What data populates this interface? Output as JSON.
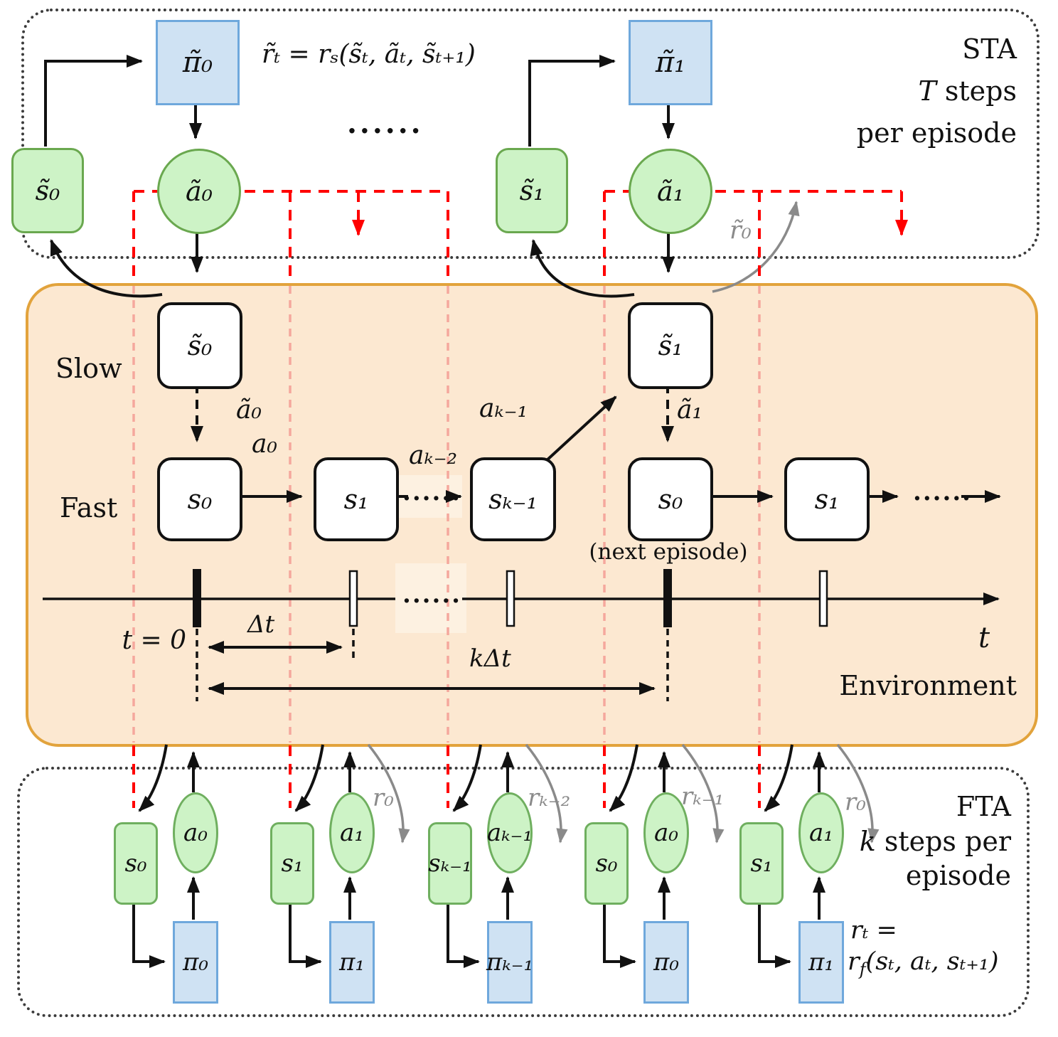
{
  "diagram_title": "Slow and fast time-scale agents interacting with environment",
  "sta": {
    "label": "STA",
    "steps_T": "T",
    "steps_rest": " steps",
    "steps_line2": "per episode",
    "reward_formula": "r̃ₜ = rₛ(s̃ₜ, ãₜ, s̃ₜ₊₁)",
    "dots": "......",
    "pi0": "π̃₀",
    "pi1": "π̃₁",
    "s0": "s̃₀",
    "s1": "s̃₁",
    "a0": "ã₀",
    "a1": "ã₁",
    "r0": "r̃₀"
  },
  "env": {
    "slow_label": "Slow",
    "fast_label": "Fast",
    "env_label": "Environment",
    "slow_s0": "s̃₀",
    "slow_s1": "s̃₁",
    "fast_s0": "s₀",
    "fast_s1": "s₁",
    "fast_sk1": "sₖ₋₁",
    "fast_s0_next": "s₀",
    "fast_s1_next": "s₁",
    "next_episode": "(next episode)",
    "a0_tilde": "ã₀",
    "a1_tilde": "ã₁",
    "a0": "a₀",
    "ak2": "aₖ₋₂",
    "ak1": "aₖ₋₁",
    "mid_dots": "......",
    "tail_dots": "......",
    "timeline_dots": "......",
    "t0": "t = 0",
    "t": "t",
    "delta_t": "Δt",
    "k_delta_t": "kΔt"
  },
  "fta": {
    "label": "FTA",
    "steps_k": "k",
    "steps_rest": " steps per",
    "steps_line2": "episode",
    "formula_line1": "rₜ =",
    "formula_r": "r",
    "formula_f": "f",
    "formula_rest": "(sₜ, aₜ, sₜ₊₁)",
    "groups": [
      {
        "s": "s₀",
        "a": "a₀",
        "pi": "π₀"
      },
      {
        "s": "s₁",
        "a": "a₁",
        "pi": "π₁"
      },
      {
        "s": "sₖ₋₁",
        "a": "aₖ₋₁",
        "pi": "πₖ₋₁"
      },
      {
        "s": "s₀",
        "a": "a₀",
        "pi": "π₀"
      },
      {
        "s": "s₁",
        "a": "a₁",
        "pi": "π₁"
      }
    ],
    "rewards": [
      "r₀",
      "rₖ₋₂",
      "rₖ₋₁",
      "r₀"
    ]
  },
  "colors": {
    "policy_fill": "#cfe2f3",
    "policy_border": "#6fa8dc",
    "state_fill": "#cdf3c6",
    "state_border": "#6aa84f",
    "env_fill": "#fce8d1",
    "env_border": "#e2a33c",
    "signal_red": "#ff0000",
    "signal_red_faded": "#f5a79d",
    "reward_gray": "#8a8a8a"
  }
}
